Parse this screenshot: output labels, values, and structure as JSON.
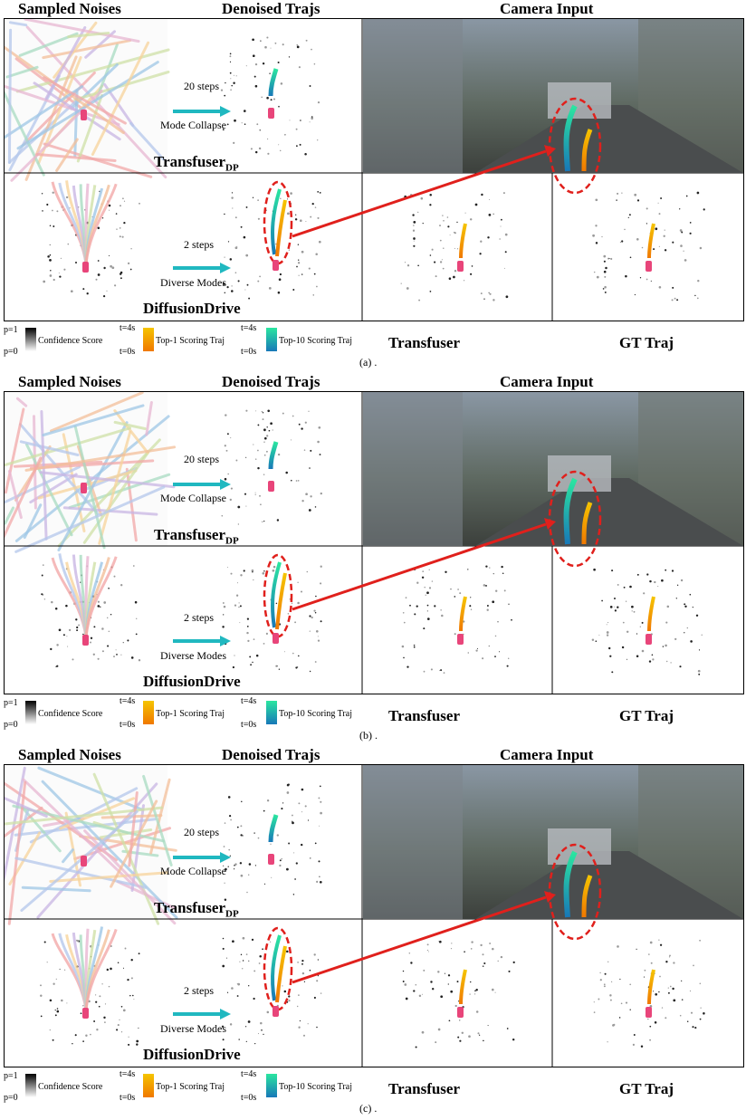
{
  "headers": {
    "sampled_noises": "Sampled Noises",
    "denoised_trajs": "Denoised Trajs",
    "camera_input": "Camera Input"
  },
  "labels": {
    "transfuser_dp_main": "Transfuser",
    "transfuser_dp_sub": "DP",
    "diffusiondrive": "DiffusionDrive",
    "steps20": "20 steps",
    "mode_collapse": "Mode Collapse",
    "steps2": "2 steps",
    "diverse_modes": "Diverse Modes",
    "transfuser": "Transfuser",
    "gt_traj": "GT Traj"
  },
  "legend": {
    "p1": "p=1",
    "p0": "p=0",
    "confidence": "Confidence Score",
    "t4": "t=4s",
    "t0": "t=0s",
    "top1": "Top-1 Scoring Traj",
    "top10": "Top-10 Scoring Traj"
  },
  "captions": [
    "(a) .",
    "(b) .",
    "(c) ."
  ],
  "colors": {
    "arrow_cyan": "#20b8c0",
    "ellipse_red": "#e0201c",
    "top1_gradient": [
      "#f5c400",
      "#f07800"
    ],
    "top10_gradient": [
      "#2be6a0",
      "#1878b8"
    ]
  }
}
